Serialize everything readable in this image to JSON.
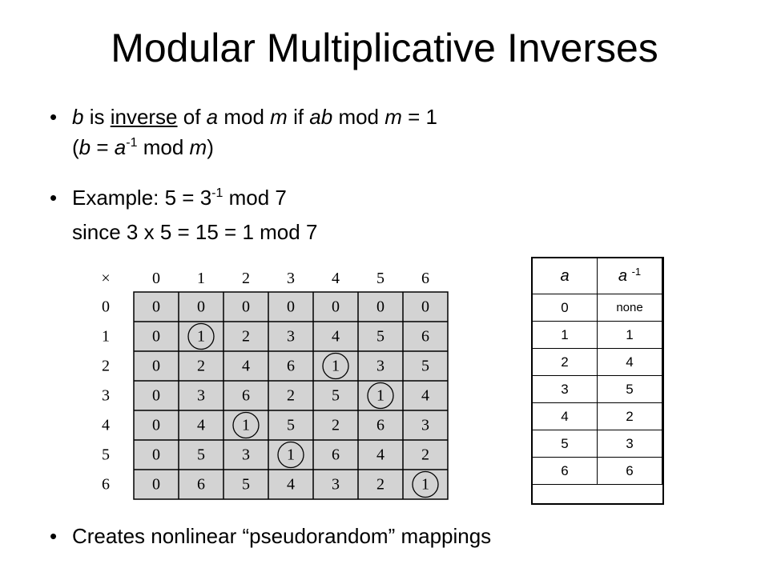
{
  "slide": {
    "title": "Modular Multiplicative Inverses",
    "bullets": {
      "b1": {
        "dot": "•",
        "var_b": "b",
        "t_is": " is ",
        "t_inverse": "inverse",
        "t_of": " of ",
        "var_a": "a",
        "t_mod": " mod ",
        "var_m": "m",
        "t_if": " if ",
        "var_ab": "ab",
        "t_mod2": " mod ",
        "var_m2": "m",
        "t_eq1": " = 1",
        "l2_open": "(",
        "l2_b": "b",
        "l2_eq": " = ",
        "l2_a": "a",
        "l2_exp": "-1",
        "l2_mod": " mod ",
        "l2_m": "m",
        "l2_close": ")"
      },
      "b2": {
        "dot": "•",
        "l1_pre": "Example:  5 = 3",
        "l1_exp": "-1",
        "l1_post": " mod 7",
        "l2": "since  3 x 5 = 15 = 1 mod 7"
      },
      "b3": {
        "dot": "•",
        "text": "Creates nonlinear  “pseudorandom”  mappings"
      }
    }
  },
  "mult_table": {
    "corner": "×",
    "col_headers": [
      "0",
      "1",
      "2",
      "3",
      "4",
      "5",
      "6"
    ],
    "row_headers": [
      "0",
      "1",
      "2",
      "3",
      "4",
      "5",
      "6"
    ],
    "cells": [
      [
        "0",
        "0",
        "0",
        "0",
        "0",
        "0",
        "0"
      ],
      [
        "0",
        "1",
        "2",
        "3",
        "4",
        "5",
        "6"
      ],
      [
        "0",
        "2",
        "4",
        "6",
        "1",
        "3",
        "5"
      ],
      [
        "0",
        "3",
        "6",
        "2",
        "5",
        "1",
        "4"
      ],
      [
        "0",
        "4",
        "1",
        "5",
        "2",
        "6",
        "3"
      ],
      [
        "0",
        "5",
        "3",
        "1",
        "6",
        "4",
        "2"
      ],
      [
        "0",
        "6",
        "5",
        "4",
        "3",
        "2",
        "1"
      ]
    ],
    "circled": [
      [
        1,
        1
      ],
      [
        2,
        4
      ],
      [
        3,
        5
      ],
      [
        4,
        2
      ],
      [
        5,
        3
      ],
      [
        6,
        6
      ]
    ],
    "cell_fill": "#d3d3d3"
  },
  "inverse_table": {
    "header_a": "a",
    "header_inv": "a",
    "header_inv_exp": "-1",
    "rows": [
      {
        "a": "0",
        "inv": "none"
      },
      {
        "a": "1",
        "inv": "1"
      },
      {
        "a": "2",
        "inv": "4"
      },
      {
        "a": "3",
        "inv": "5"
      },
      {
        "a": "4",
        "inv": "2"
      },
      {
        "a": "5",
        "inv": "3"
      },
      {
        "a": "6",
        "inv": "6"
      }
    ]
  }
}
